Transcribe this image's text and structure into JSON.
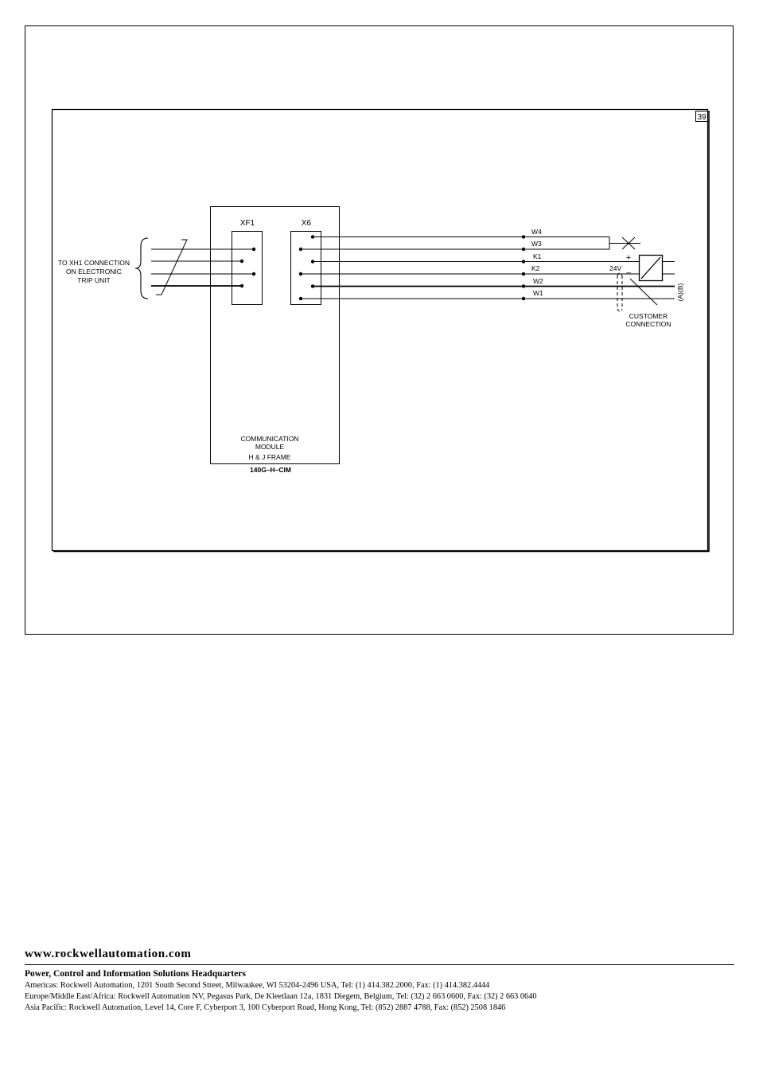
{
  "diagram": {
    "figure_number": "39",
    "left_note": [
      "TO XH1 CONNECTION",
      "ON ELECTRONIC",
      "TRIP UNIT"
    ],
    "connector_xf1": "XF1",
    "connector_x6": "X6",
    "module_label": [
      "COMMUNICATION",
      "MODULE",
      "H & J FRAME"
    ],
    "catalog_number": "140G–H–CIM",
    "wires": [
      "W4",
      "W3",
      "K1",
      "K2",
      "W2",
      "W1"
    ],
    "supply_plus": "+",
    "supply_voltage": "24V",
    "supply_minus": "_",
    "bus_label": "(A)(B)",
    "customer_label": [
      "CUSTOMER",
      "CONNECTION"
    ]
  },
  "footer": {
    "website": "www.rockwellautomation.com",
    "headline": "Power, Control and Information Solutions Headquarters",
    "addresses": [
      "Americas: Rockwell Automation, 1201 South Second Street, Milwaukee, WI 53204-2496 USA, Tel: (1) 414.382.2000, Fax: (1) 414.382.4444",
      "Europe/Middle East/Africa: Rockwell Automation NV, Pegasus Park, De Kleetlaan 12a, 1831 Diegem, Belgium, Tel: (32) 2 663 0600, Fax: (32) 2 663 0640",
      "Asia Pacific: Rockwell Automation, Level 14, Core F, Cyberport 3, 100 Cyberport Road, Hong Kong, Tel: (852) 2887 4788, Fax: (852) 2508 1846"
    ]
  }
}
